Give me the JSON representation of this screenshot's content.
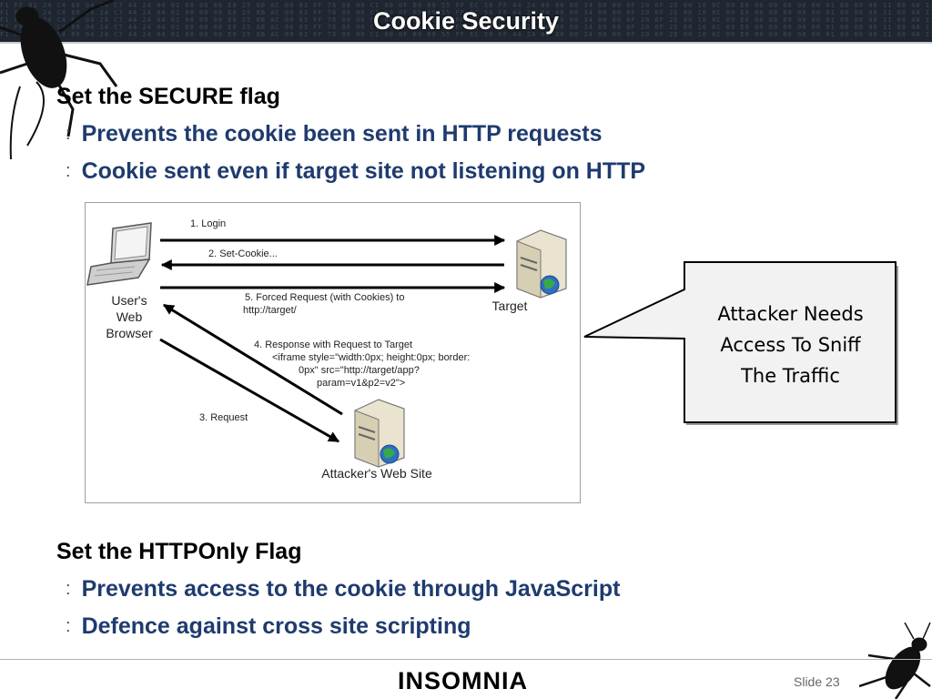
{
  "header": {
    "title": "Cookie Security",
    "hex_strip": "F1 FF 81 24 C4 89 04 24 C7 44 24 04 01 00 00 00 E8 25 8B AC 00 83 FF 76 00 00 C1 00 0F B9 09 55 FF EC 58 FF 44 24 00 80 00 34 80 00 0F 20 6F 2E 00 10 8C 09 E8 00 00 00 00 00 01 00 00 00 11 00 48 11 00 00 FF 74 24 08 E8 01 00 00 8E F7 47 44 00 8B 04 24 00 CD 2B 02 9B 55 8B EC 8B 44 24 3C 80 00 C4 25 FF 47 24 F9 89 44 24 00 40 00 06 80 9F 8B 74 BE"
  },
  "section1": {
    "heading": "Set the SECURE flag",
    "bullets": [
      "Prevents the cookie been sent in HTTP requests",
      "Cookie sent even if target site not listening on HTTP"
    ]
  },
  "diagram": {
    "step1": "1. Login",
    "step2": "2. Set-Cookie...",
    "step5_line1": "5. Forced Request (with Cookies) to",
    "step5_line2": "http://target/",
    "step4_line1": "4. Response with Request to Target",
    "step4_line2": "<iframe style=\"width:0px; height:0px; border:",
    "step4_line3": "0px\" src=\"http://target/app?",
    "step4_line4": "param=v1&p2=v2\">",
    "step3": "3. Request",
    "browser_line1": "User's",
    "browser_line2": "Web",
    "browser_line3": "Browser",
    "target_label": "Target",
    "attacker_label": "Attacker's Web Site"
  },
  "callout": {
    "line1": "Attacker Needs",
    "line2": "Access To Sniff",
    "line3": "The Traffic"
  },
  "section2": {
    "heading": "Set the HTTPOnly Flag",
    "bullets": [
      "Prevents access to the cookie through JavaScript",
      "Defence against cross site scripting"
    ]
  },
  "footer": {
    "logo": "INSOMNIA",
    "slide_label": "Slide",
    "slide_number": "23"
  },
  "bullet_marker": ":",
  "colors": {
    "header_bg": "#1f2630",
    "bullet_text": "#1f3b6e",
    "callout_bg": "#f2f2f2"
  }
}
